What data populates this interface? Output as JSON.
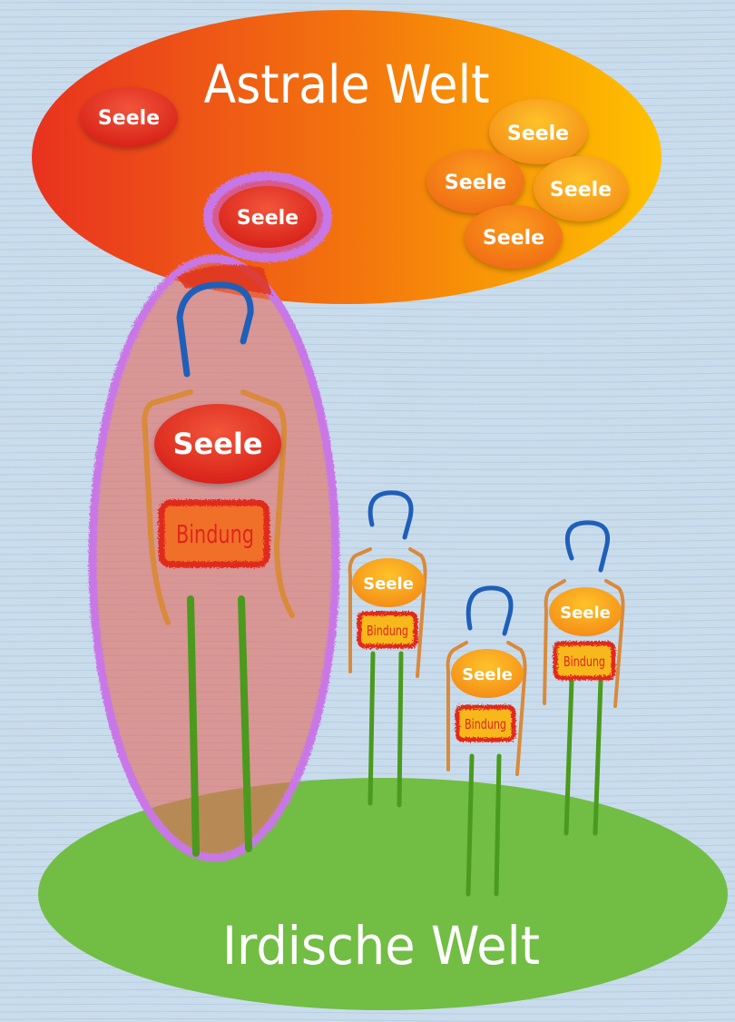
{
  "diagram": {
    "top_world_label": "Astrale Welt",
    "bottom_world_label": "Irdische Welt",
    "soul_label": "Seele",
    "bond_label": "Bindung"
  },
  "colors": {
    "background": "#c9dcec",
    "astral_gradient_start": "#e8321f",
    "astral_gradient_end": "#ffc200",
    "earth": "#72bd44",
    "head": "#1f5fb8",
    "body": "#d98a3a",
    "legs": "#4a9a1e",
    "halo": "#c977e6",
    "bond_fill": "#f0702a",
    "bond_border": "#e02a1a"
  }
}
